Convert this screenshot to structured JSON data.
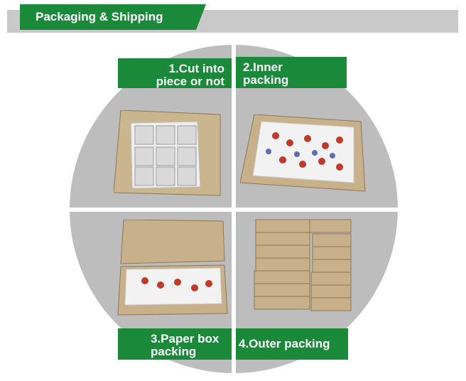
{
  "header": {
    "title": "Packaging & Shipping"
  },
  "steps": [
    {
      "label_line1": "1.Cut into",
      "label_line2": "piece or not"
    },
    {
      "label_line1": "2.Inner",
      "label_line2": "packing"
    },
    {
      "label_line1": "3.Paper box",
      "label_line2": "packing"
    },
    {
      "label_line1": "4.Outer packing",
      "label_line2": ""
    }
  ],
  "colors": {
    "accent": "#1a8a3a",
    "header_bar": "#c9c9c9",
    "circle": "#bdbdbd",
    "cardboard": "#c8b08a"
  }
}
